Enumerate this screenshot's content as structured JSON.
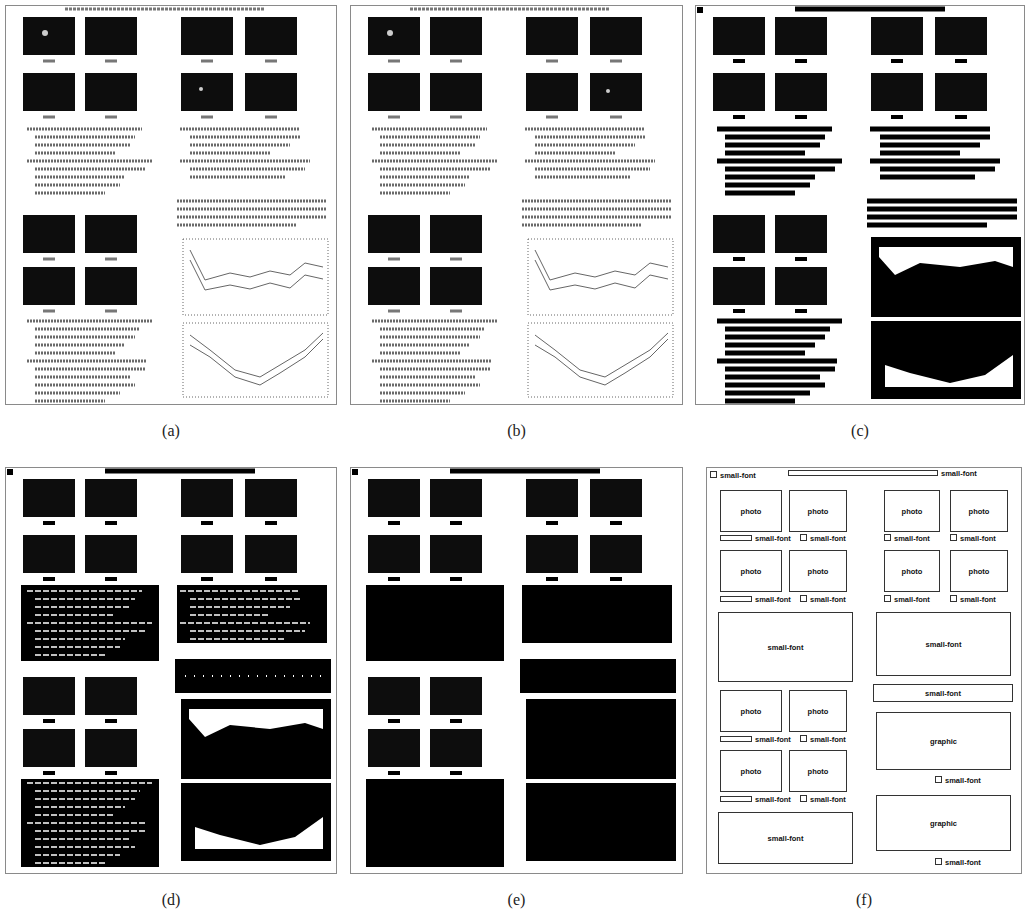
{
  "diagram": {
    "nodes": [
      {
        "text": [
          "(a)"
        ]
      },
      {
        "text": [
          "(b)"
        ]
      },
      {
        "text": [
          "(c)"
        ]
      },
      {
        "text": [
          "(d)"
        ]
      },
      {
        "text": [
          "(e)"
        ]
      },
      {
        "text": [
          "(f)"
        ]
      },
      {
        "text": [
          "small-font"
        ],
        "in": 5
      },
      {
        "text": [
          "small-font"
        ],
        "in": 5
      },
      {
        "text": [
          "photo"
        ],
        "in": 5
      },
      {
        "text": [
          "photo"
        ],
        "in": 5
      },
      {
        "text": [
          "photo"
        ],
        "in": 5
      },
      {
        "text": [
          "photo"
        ],
        "in": 5
      },
      {
        "text": [
          "small-font"
        ],
        "in": 5
      },
      {
        "text": [
          "small-font"
        ],
        "in": 5
      },
      {
        "text": [
          "small-font"
        ],
        "in": 5
      },
      {
        "text": [
          "small-font"
        ],
        "in": 5
      },
      {
        "text": [
          "photo"
        ],
        "in": 5
      },
      {
        "text": [
          "photo"
        ],
        "in": 5
      },
      {
        "text": [
          "photo"
        ],
        "in": 5
      },
      {
        "text": [
          "photo"
        ],
        "in": 5
      },
      {
        "text": [
          "small-font"
        ],
        "in": 5
      },
      {
        "text": [
          "small-font"
        ],
        "in": 5
      },
      {
        "text": [
          "small-font"
        ],
        "in": 5
      },
      {
        "text": [
          "small-font"
        ],
        "in": 5
      },
      {
        "text": [
          "small-font"
        ],
        "in": 5
      },
      {
        "text": [
          "small-font"
        ],
        "in": 5
      },
      {
        "text": [
          "small-font"
        ],
        "in": 5
      },
      {
        "text": [
          "photo"
        ],
        "in": 5
      },
      {
        "text": [
          "photo"
        ],
        "in": 5
      },
      {
        "text": [
          "small-font"
        ],
        "in": 5
      },
      {
        "text": [
          "small-font"
        ],
        "in": 5
      },
      {
        "text": [
          "graphic"
        ],
        "in": 5
      },
      {
        "text": [
          "small-font"
        ],
        "in": 5
      },
      {
        "text": [
          "photo"
        ],
        "in": 5
      },
      {
        "text": [
          "photo"
        ],
        "in": 5
      },
      {
        "text": [
          "small-font"
        ],
        "in": 5
      },
      {
        "text": [
          "small-font"
        ],
        "in": 5
      },
      {
        "text": [
          "small-font"
        ],
        "in": 5
      },
      {
        "text": [
          "graphic"
        ],
        "in": 5
      },
      {
        "text": [
          "small-font"
        ],
        "in": 5
      }
    ]
  }
}
